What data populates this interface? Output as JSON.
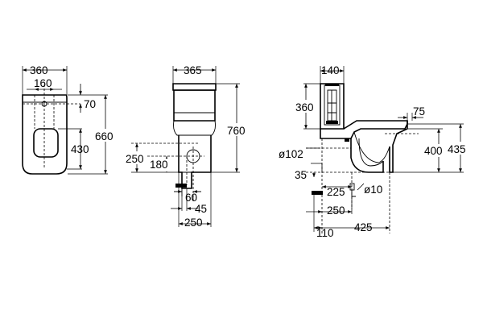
{
  "front_view": {
    "dim_width": "360",
    "dim_outlet_spacing": "160",
    "dim_top_offset": "70",
    "dim_seat_height": "430",
    "dim_length": "660"
  },
  "side_view": {
    "dim_tank_width": "365",
    "dim_total_height": "760",
    "dim_inlet_height": "250",
    "dim_inlet_offset": "180",
    "dim_60": "60",
    "dim_45": "45",
    "dim_250_bottom": "250"
  },
  "profile_view": {
    "dim_140": "140",
    "dim_360": "360",
    "dim_75": "75",
    "dim_diameter_102": "ø102",
    "dim_400": "400",
    "dim_435": "435",
    "dim_35": "35",
    "dim_225": "225",
    "dim_diameter_10": "ø10",
    "dim_250": "250",
    "dim_110": "110",
    "dim_425": "425"
  }
}
